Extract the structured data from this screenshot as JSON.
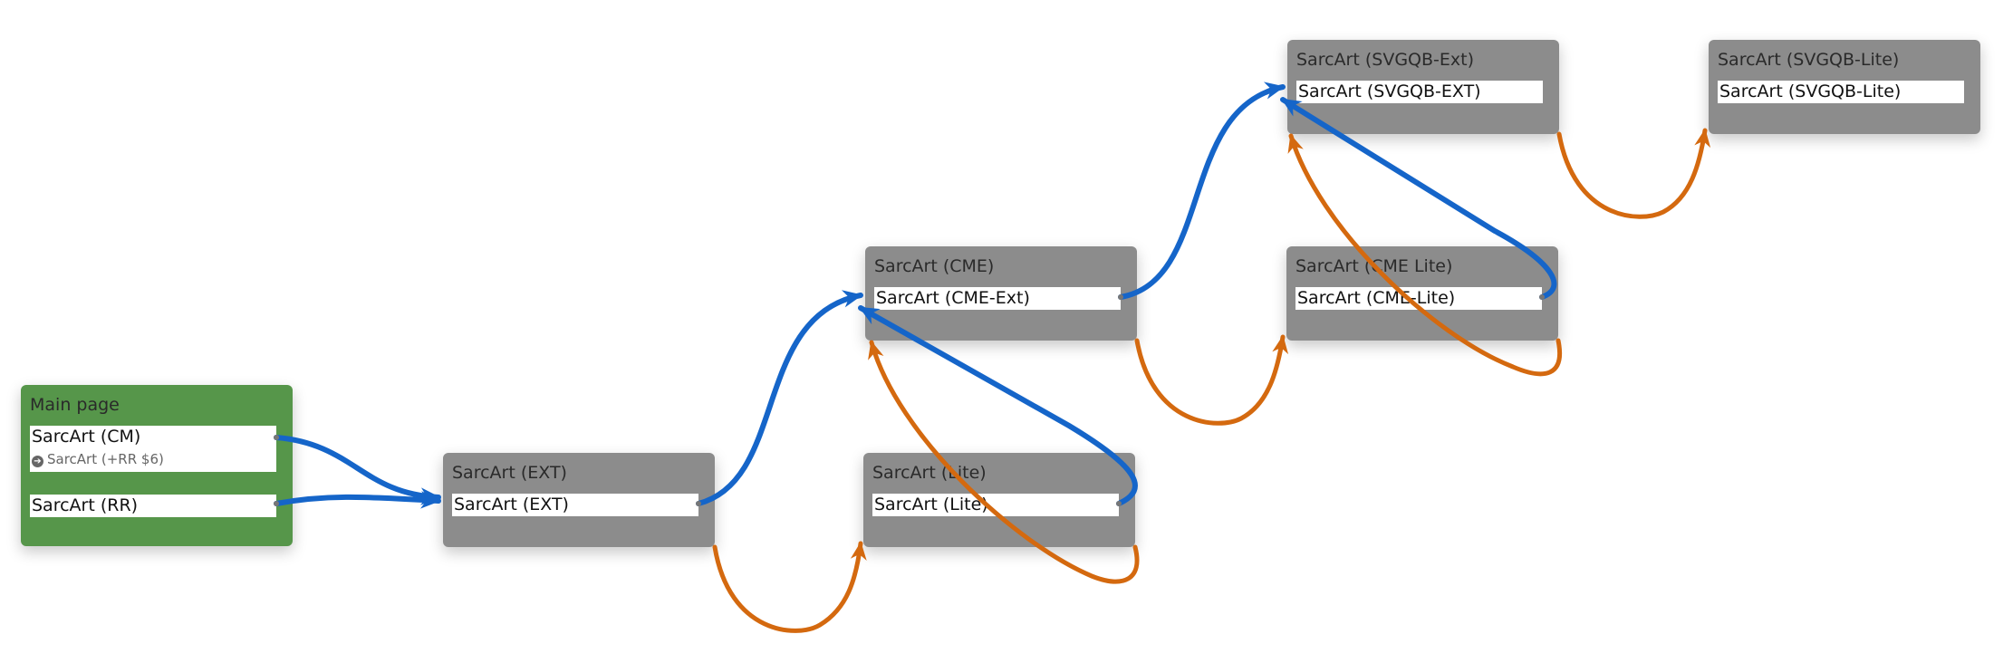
{
  "colors": {
    "canvas_bg": "#ffffff",
    "node_gray": "#8c8c8c",
    "node_green": "#56964a",
    "row_bg": "#ffffff",
    "edge_blue": "#1565c9",
    "edge_orange": "#d4690f"
  },
  "nodes": {
    "main": {
      "title": "Main page",
      "rows": [
        {
          "label": "SarcArt (CM)",
          "sub": "SarcArt (+RR $6)",
          "sub_icon": "arrow-circle-right-icon"
        },
        {
          "label": "SarcArt (RR)"
        }
      ]
    },
    "ext": {
      "title": "SarcArt (EXT)",
      "rows": [
        {
          "label": "SarcArt (EXT)"
        }
      ]
    },
    "lite": {
      "title": "SarcArt (Lite)",
      "rows": [
        {
          "label": "SarcArt (Lite)"
        }
      ]
    },
    "cme": {
      "title": "SarcArt (CME)",
      "rows": [
        {
          "label": "SarcArt (CME-Ext)"
        }
      ]
    },
    "cme_lite": {
      "title": "SarcArt (CME Lite)",
      "rows": [
        {
          "label": "SarcArt (CME-Lite)"
        }
      ]
    },
    "svgqb_ext": {
      "title": "SarcArt (SVGQB-Ext)",
      "rows": [
        {
          "label": "SarcArt (SVGQB-EXT)"
        }
      ]
    },
    "svgqb_lite": {
      "title": "SarcArt (SVGQB-Lite)",
      "rows": [
        {
          "label": "SarcArt (SVGQB-Lite)"
        }
      ]
    }
  },
  "edges": [
    {
      "from": "main.rows.0",
      "to": "ext",
      "type": "accept",
      "color": "edge_blue"
    },
    {
      "from": "main.rows.1",
      "to": "ext",
      "type": "accept",
      "color": "edge_blue"
    },
    {
      "from": "ext.rows.0",
      "to": "cme",
      "type": "accept",
      "color": "edge_blue"
    },
    {
      "from": "ext",
      "to": "lite",
      "type": "decline",
      "color": "edge_orange"
    },
    {
      "from": "lite.rows.0",
      "to": "cme",
      "type": "accept",
      "color": "edge_blue"
    },
    {
      "from": "lite",
      "to": "cme",
      "type": "decline",
      "color": "edge_orange"
    },
    {
      "from": "cme.rows.0",
      "to": "svgqb_ext",
      "type": "accept",
      "color": "edge_blue"
    },
    {
      "from": "cme",
      "to": "cme_lite",
      "type": "decline",
      "color": "edge_orange"
    },
    {
      "from": "cme_lite.rows.0",
      "to": "svgqb_ext",
      "type": "accept",
      "color": "edge_blue"
    },
    {
      "from": "cme_lite",
      "to": "svgqb_ext",
      "type": "decline",
      "color": "edge_orange"
    },
    {
      "from": "svgqb_ext",
      "to": "svgqb_lite",
      "type": "decline",
      "color": "edge_orange"
    }
  ]
}
